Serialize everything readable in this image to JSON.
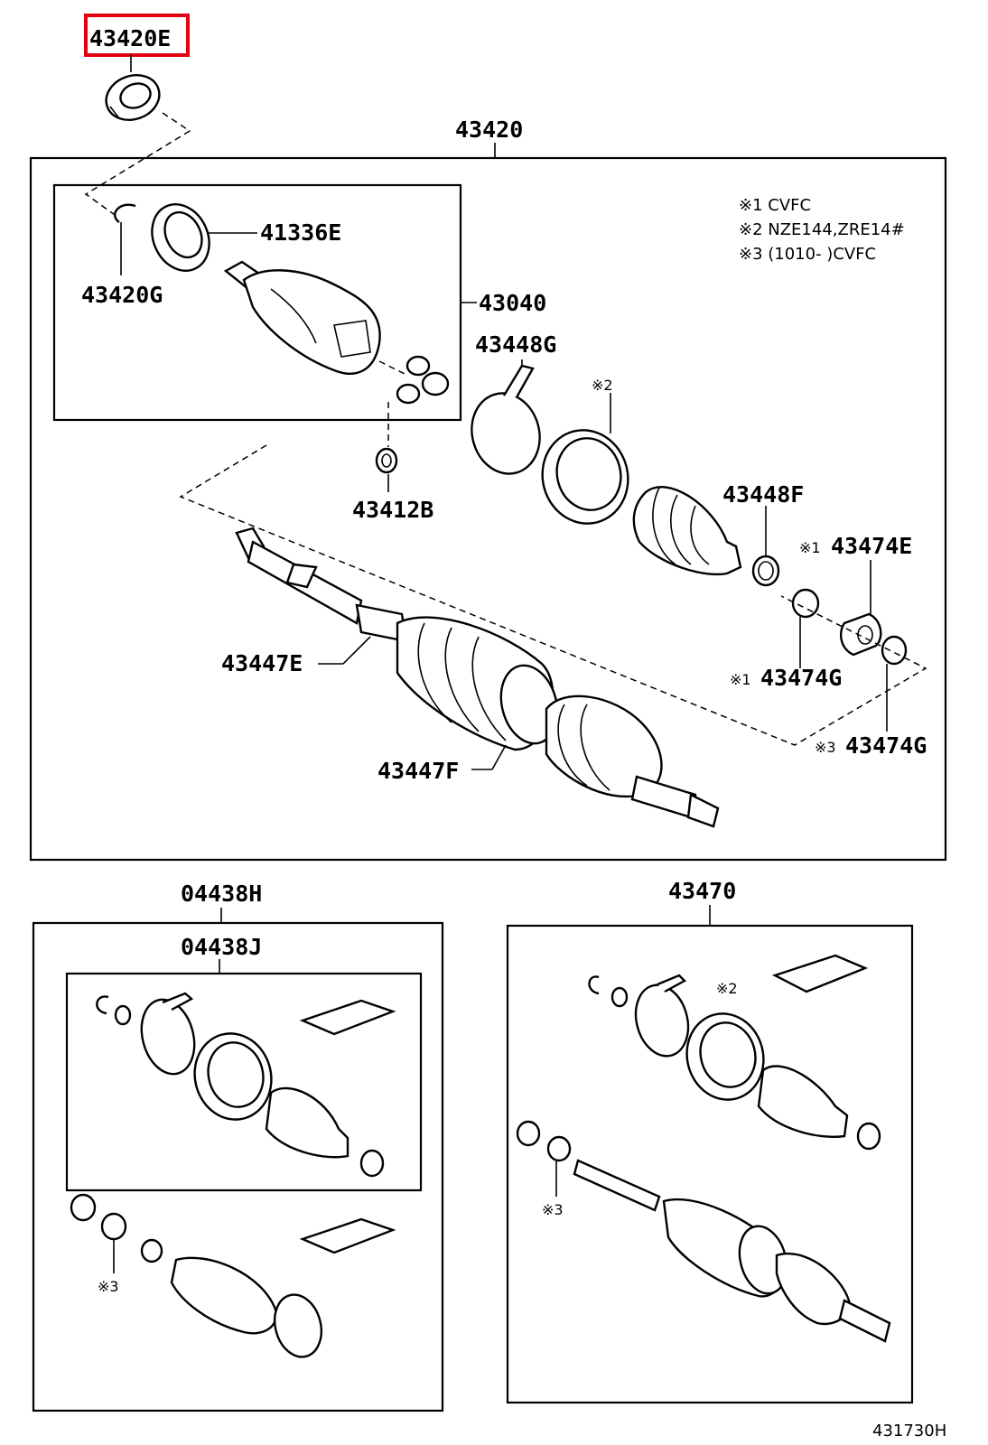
{
  "callouts": {
    "c43420E": "43420E",
    "c43420": "43420",
    "c41336E": "41336E",
    "c43420G": "43420G",
    "c43040": "43040",
    "c43448G": "43448G",
    "c43412B": "43412B",
    "c43448F": "43448F",
    "c43474E": "43474E",
    "c43474G_1": "43474G",
    "c43474G_3": "43474G",
    "c43447E": "43447E",
    "c43447F": "43447F",
    "c04438H": "04438H",
    "c04438J": "04438J",
    "c43470": "43470"
  },
  "marks": {
    "m1": "※1",
    "m2": "※2",
    "m3": "※3"
  },
  "notes": [
    "※1 CVFC",
    "※2 NZE144,ZRE14#",
    "※3 (1010-      )CVFC"
  ],
  "diagram_id": "431730H",
  "highlight_color": "#e0000f"
}
